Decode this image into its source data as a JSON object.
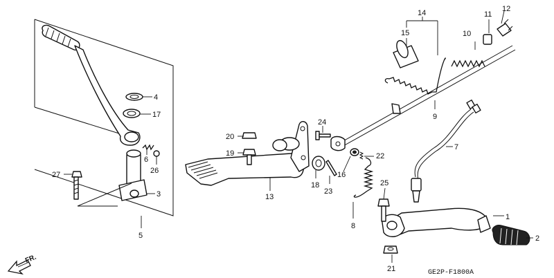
{
  "diagram": {
    "drawing_code": "GE2P-F1800A",
    "front_indicator": "FR.",
    "callouts": {
      "p1": "1",
      "p2": "2",
      "p3": "3",
      "p4": "4",
      "p5": "5",
      "p6": "6",
      "p7": "7",
      "p8": "8",
      "p9": "9",
      "p10": "10",
      "p11": "11",
      "p12": "12",
      "p13": "13",
      "p14": "14",
      "p15": "15",
      "p16": "16",
      "p17": "17",
      "p18": "18",
      "p19": "19",
      "p20": "20",
      "p21": "21",
      "p22": "22",
      "p23": "23",
      "p24": "24",
      "p25": "25",
      "p26": "26",
      "p27": "27"
    }
  }
}
